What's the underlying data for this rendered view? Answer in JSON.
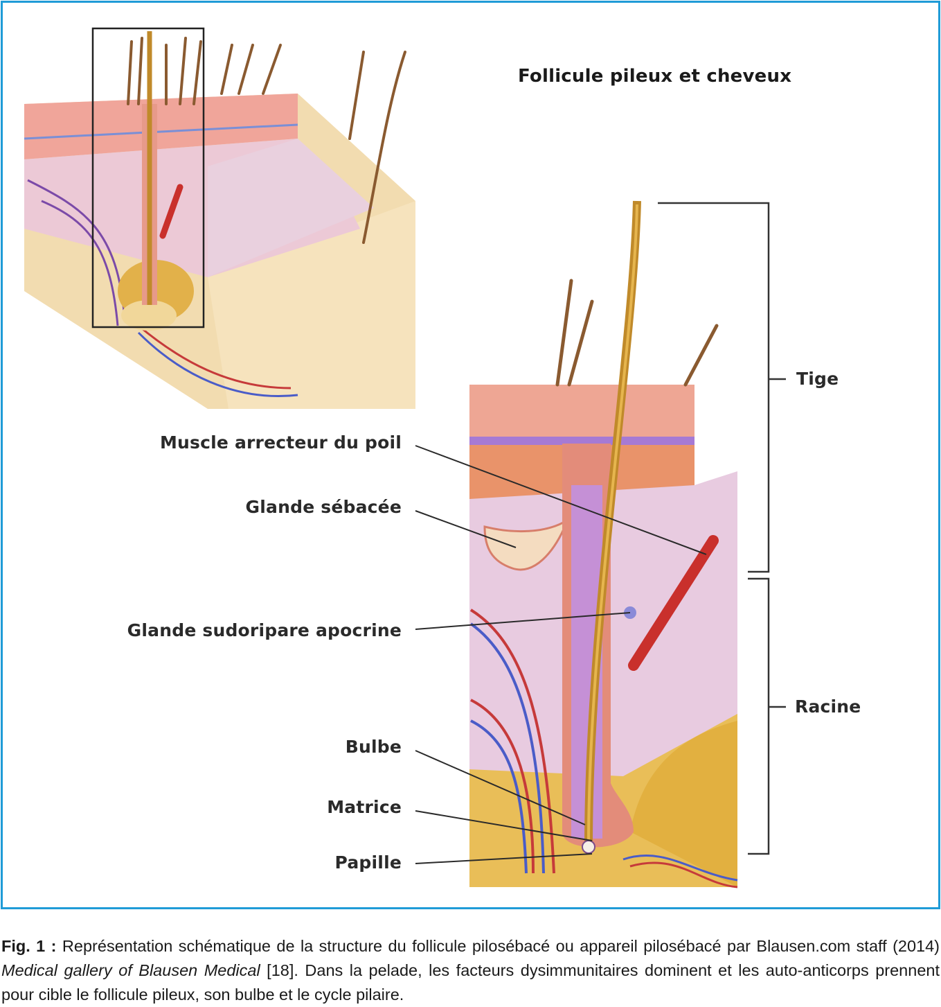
{
  "figure": {
    "title": "Follicule pileux et cheveux",
    "labels": {
      "muscle": "Muscle arrecteur du poil",
      "sebacee": "Glande sébacée",
      "sudoripare": "Glande sudoripare apocrine",
      "bulbe": "Bulbe",
      "matrice": "Matrice",
      "papille": "Papille",
      "tige": "Tige",
      "racine": "Racine"
    },
    "colors": {
      "frame": "#1f9bd7"
    }
  },
  "caption": {
    "fig_label": "Fig. 1 :",
    "text1": " Représentation schématique de la structure du follicule pilosébacé ou appareil pilosébacé par Blausen.com staff (2014) ",
    "italic": "Medical gallery of Blausen Medical",
    "text2": " [18]. Dans la pelade, les facteurs dysimmunitaires dominent et les auto-anticorps prennent pour cible le follicule pileux, son bulbe et le cycle pilaire."
  }
}
